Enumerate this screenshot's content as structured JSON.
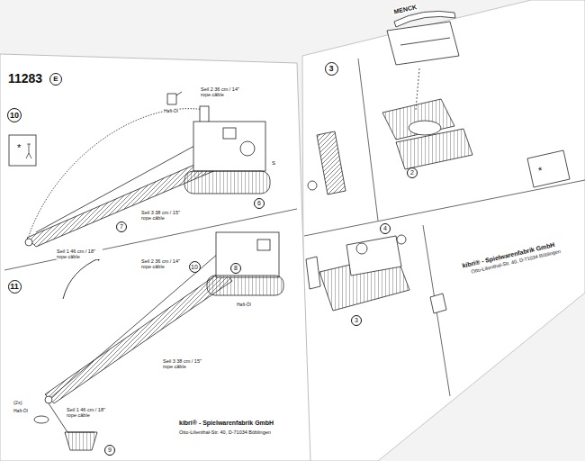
{
  "diagram": {
    "nodes": [
      {
        "text": [
          "E"
        ]
      },
      {
        "text": [
          "10"
        ]
      },
      {
        "text": [
          "6"
        ]
      },
      {
        "text": [
          "7"
        ]
      },
      {
        "text": [
          "11"
        ]
      },
      {
        "text": [
          "10"
        ]
      },
      {
        "text": [
          "8"
        ]
      },
      {
        "text": [
          "9"
        ]
      },
      {
        "text": [
          "3"
        ]
      },
      {
        "text": [
          "2"
        ]
      },
      {
        "text": [
          "4"
        ]
      },
      {
        "text": [
          "3"
        ]
      }
    ],
    "labels": [
      "11283",
      "Haft-Öl",
      "Seil 2 36 cm / 14\" rope câble",
      "S",
      "Seil 3 38 cm / 15\" rope câble",
      "Seil 1 46 cm / 18\" rope câble",
      "Seil 2 36 cm / 14\" rope câble",
      "Haft-Öl",
      "Seil 3 38 cm / 15\" rope câble",
      "(2x)",
      "Haft-Öl",
      "Seil 1 46 cm / 18\" rope câble",
      "kibri® - Spielwarenfabrik GmbH",
      "Otto-Lilienthal-Str. 40, D-71034 Böblingen",
      "MENCK",
      "kibri® - Spielwarenfabrik GmbH",
      "Otto-Lilienthal-Str. 40, D-71034 Böblingen",
      "*",
      "*"
    ]
  }
}
